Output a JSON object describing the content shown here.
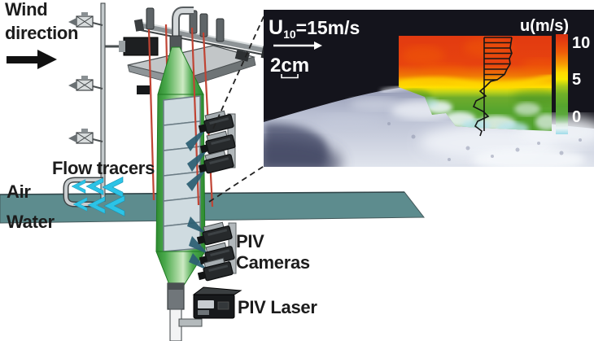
{
  "labels": {
    "wind_line1": "Wind",
    "wind_line2": "direction",
    "flow_tracers": "Flow tracers",
    "air": "Air",
    "water": "Water",
    "piv_cameras_line1": "PIV",
    "piv_cameras_line2": "Cameras",
    "piv_laser": "PIV Laser"
  },
  "inset": {
    "wind_speed": {
      "symbol": "U",
      "subscript": "10",
      "value": "=15m/s"
    },
    "scale_label": "2cm",
    "colorbar": {
      "title": "u(m/s)",
      "tick_top": "10",
      "tick_mid": "5",
      "tick_bottom": "0"
    }
  },
  "colors": {
    "laser_sheet_green": "#3fa33f",
    "wave_gauge_red": "#c04434",
    "water_surface_teal": "#5d8c8e",
    "tracer_cyan": "#2cc3e6",
    "velocity_high_red": "#e33b10",
    "velocity_mid_yellow": "#ffd800",
    "velocity_low_green": "#57a52e",
    "velocity_zero_cyan": "#9fdbe9"
  },
  "chart_data": {
    "type": "heatmap",
    "variable": "u",
    "units": "m/s",
    "value_range": [
      0,
      10
    ],
    "colorbar_ticks": [
      10,
      5,
      0
    ],
    "colorbar_label": "u(m/s)",
    "colorbar_colors_top_to_bottom": [
      "red",
      "orange",
      "yellow",
      "green",
      "white",
      "cyan"
    ],
    "annotations": {
      "wind_speed": "U10=15m/s",
      "scale_bar": "2cm"
    },
    "overlay_profile": "ladder of horizontal velocity vectors: u near 10 m/s aloft decreasing to about 0 m/s at the wavy water surface",
    "legend_position": "right"
  }
}
